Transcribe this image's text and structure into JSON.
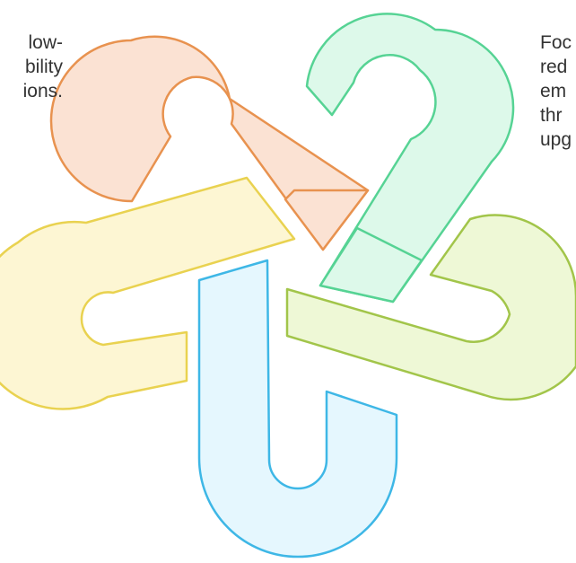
{
  "captions": {
    "left": [
      "low-",
      "bility",
      "ions."
    ],
    "right": [
      "Foc",
      "red",
      "em",
      "thr",
      "upg"
    ]
  },
  "links": [
    {
      "name": "orange-link",
      "fill": "#fbe2d3",
      "stroke": "#e8924f"
    },
    {
      "name": "green-link",
      "fill": "#ddf9ea",
      "stroke": "#56d394"
    },
    {
      "name": "lime-link",
      "fill": "#eef8d6",
      "stroke": "#a2c54a"
    },
    {
      "name": "blue-link",
      "fill": "#e5f7fe",
      "stroke": "#3eb7e6"
    },
    {
      "name": "yellow-link",
      "fill": "#fdf6d3",
      "stroke": "#e9d250"
    }
  ]
}
